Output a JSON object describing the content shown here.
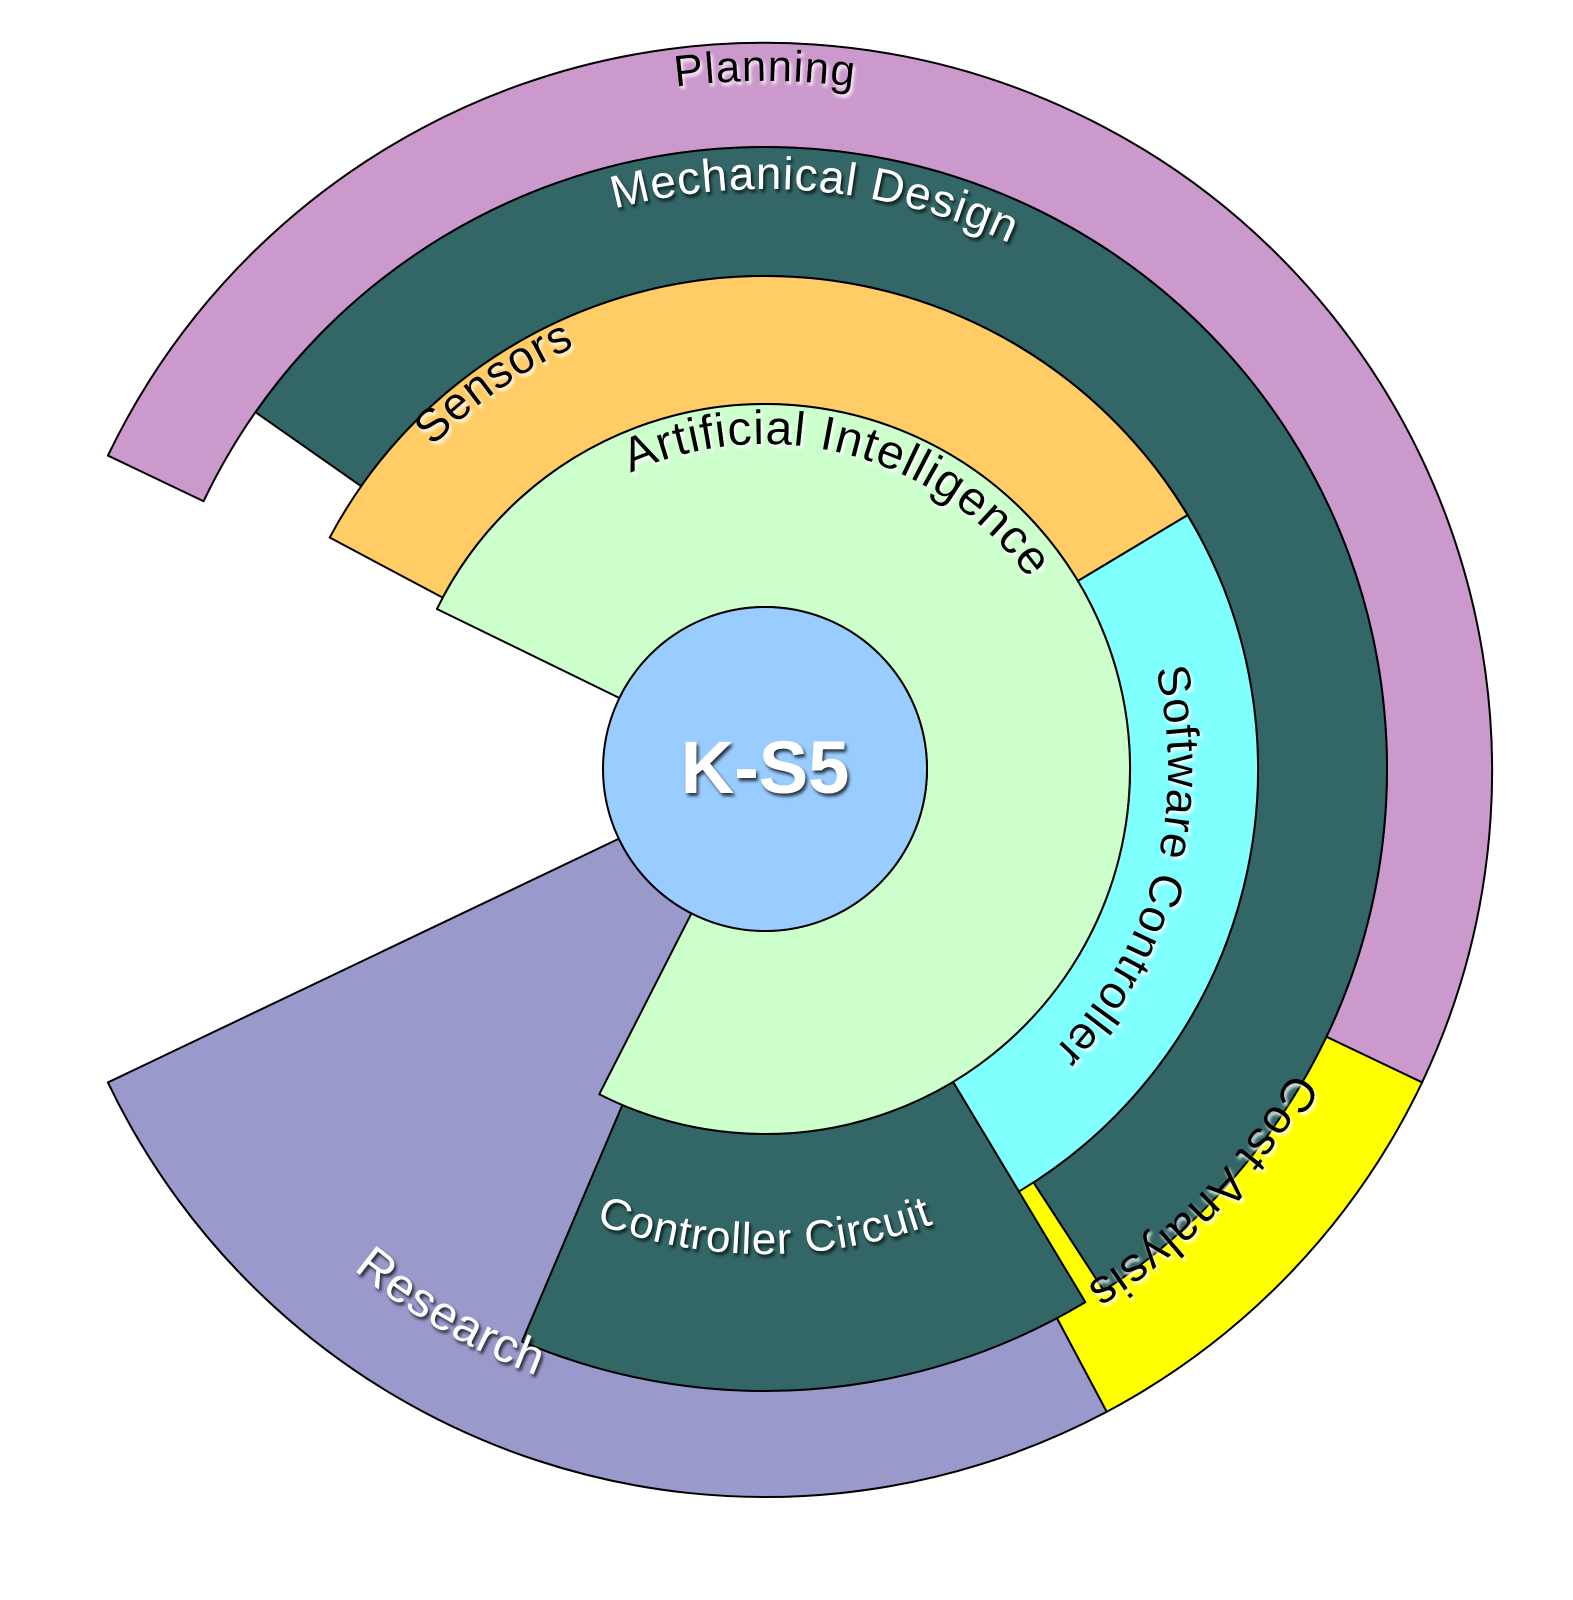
{
  "diagram": {
    "center": {
      "label": "K-S5",
      "color": "#99ccff"
    },
    "segments": [
      {
        "id": "planning",
        "label": "Planning",
        "color": "#cc99cc",
        "text_color": "dark"
      },
      {
        "id": "mechanical-design",
        "label": "Mechanical Design",
        "color": "#336666",
        "text_color": "light"
      },
      {
        "id": "sensors",
        "label": "Sensors",
        "color": "#ffcc66",
        "text_color": "dark"
      },
      {
        "id": "artificial-intelligence",
        "label": "Artificial Intelligence",
        "color": "#ccffcc",
        "text_color": "dark"
      },
      {
        "id": "software-controller",
        "label": "Software Controller",
        "color": "#80ffff",
        "text_color": "dark"
      },
      {
        "id": "cost-analysis",
        "label": "Cost Analysis",
        "color": "#ffff00",
        "text_color": "dark"
      },
      {
        "id": "research",
        "label": "Research",
        "color": "#9999cc",
        "text_color": "light"
      },
      {
        "id": "controller-circuit",
        "label": "Controller Circuit",
        "color": "#336666",
        "text_color": "light"
      }
    ]
  }
}
